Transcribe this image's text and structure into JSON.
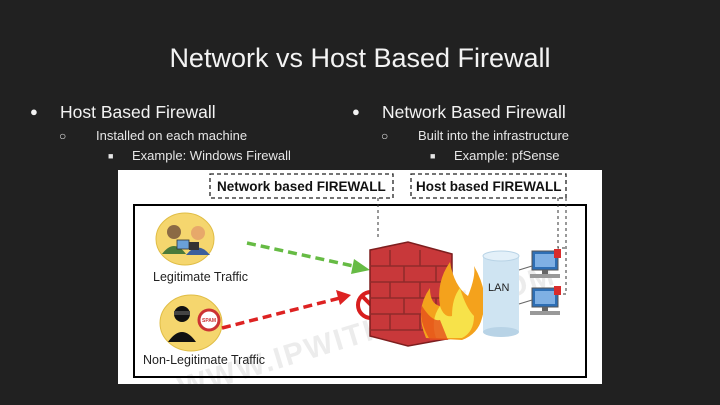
{
  "slide": {
    "title": "Network vs Host Based Firewall"
  },
  "left": {
    "heading": "Host Based Firewall",
    "sub": "Installed on each machine",
    "example": "Example: Windows Firewall"
  },
  "right": {
    "heading": "Network Based Firewall",
    "sub": "Built into the infrastructure",
    "example": "Example: pfSense"
  },
  "bullets": {
    "l1": "●",
    "l2": "○",
    "l3": "■"
  },
  "diagram": {
    "network_label": "Network based FIREWALL",
    "host_label": "Host based FIREWALL",
    "legit_label": "Legitimate Traffic",
    "nonlegit_label": "Non-Legitimate Traffic",
    "lan_label": "LAN",
    "watermark": "WWW.IPWITHEASE.COM",
    "spam_text": "SPAM",
    "colors": {
      "legit_arrow": "#66bb44",
      "bad_arrow": "#dd2222",
      "bubble": "#f5d66e",
      "brick": "#c8383a",
      "database": "#cfe4f2"
    }
  }
}
